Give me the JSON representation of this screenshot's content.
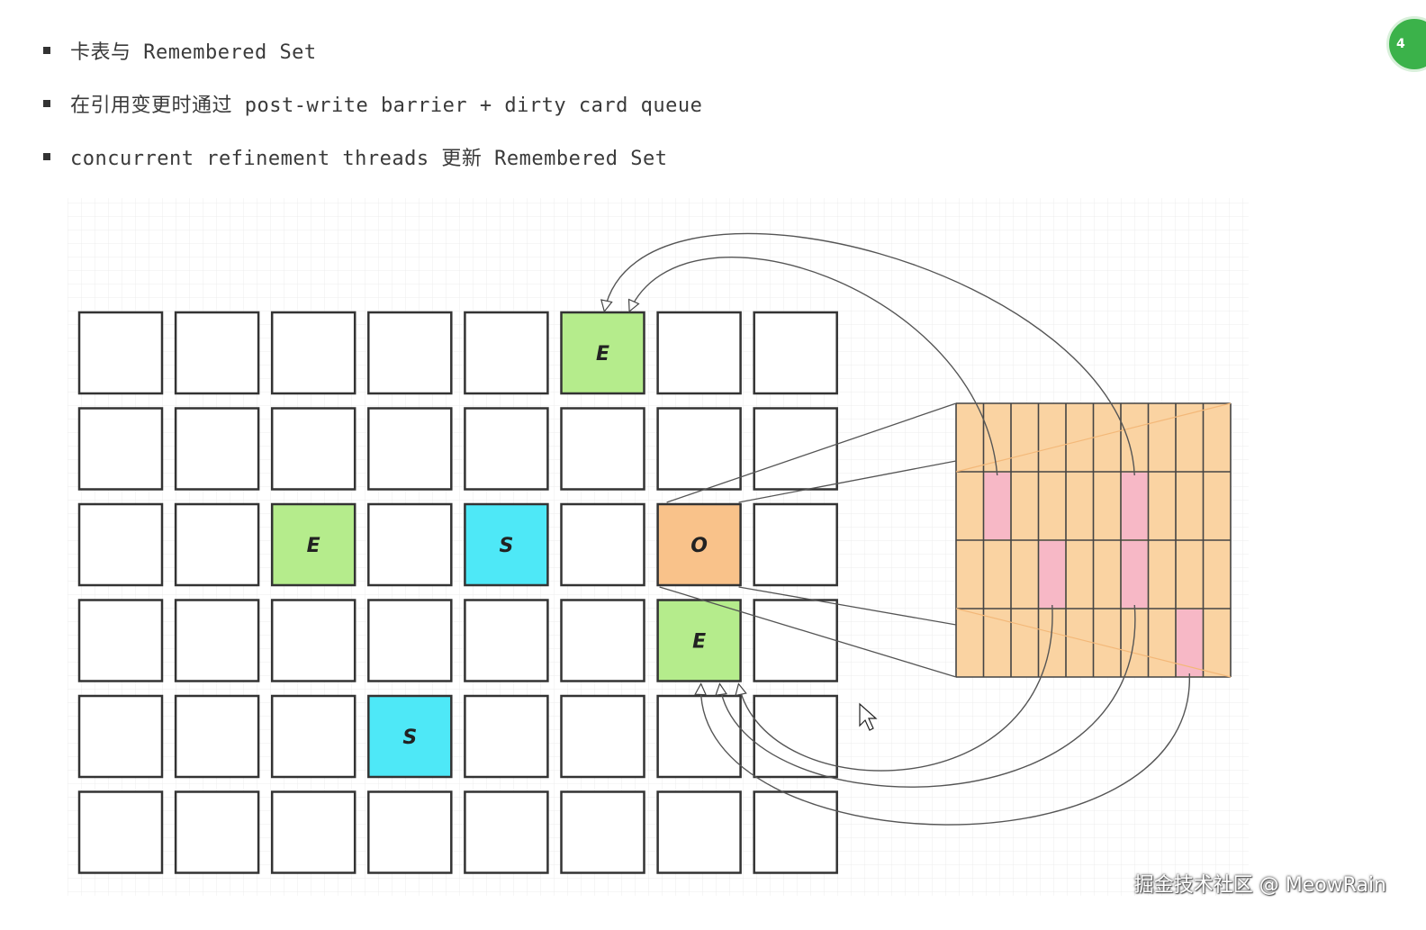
{
  "bullets": [
    "卡表与 Remembered Set",
    "在引用变更时通过 post-write barrier + dirty card queue",
    "concurrent refinement threads 更新 Remembered Set"
  ],
  "grid": {
    "cols": 8,
    "rows": 6,
    "cells": [
      {
        "row": 0,
        "col": 5,
        "label": "E",
        "kind": "eden"
      },
      {
        "row": 2,
        "col": 2,
        "label": "E",
        "kind": "eden"
      },
      {
        "row": 2,
        "col": 4,
        "label": "S",
        "kind": "survivor"
      },
      {
        "row": 2,
        "col": 6,
        "label": "O",
        "kind": "old"
      },
      {
        "row": 3,
        "col": 6,
        "label": "E",
        "kind": "eden"
      },
      {
        "row": 4,
        "col": 3,
        "label": "S",
        "kind": "survivor"
      }
    ]
  },
  "card_table": {
    "cols": 10,
    "rows": 4,
    "dirty_cards": [
      {
        "row": 1,
        "col": 1
      },
      {
        "row": 1,
        "col": 6
      },
      {
        "row": 2,
        "col": 3
      },
      {
        "row": 2,
        "col": 6
      },
      {
        "row": 3,
        "col": 8
      }
    ]
  },
  "colors": {
    "eden": "#b5ec8c",
    "survivor": "#4ee8f7",
    "old": "#f9c28a",
    "card": "#fad3a2",
    "dirty_card": "#f7b8c6",
    "empty": "#ffffff"
  },
  "watermark": "掘金技术社区 @ MeowRain",
  "badge": "4"
}
